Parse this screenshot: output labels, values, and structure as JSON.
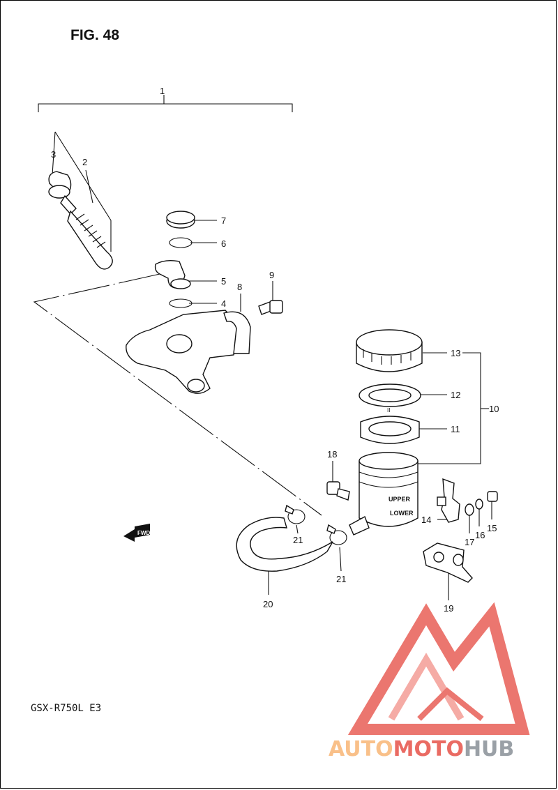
{
  "figure": {
    "title": "FIG. 48",
    "model": "GSX-R750L  E3"
  },
  "callouts": {
    "c1": "1",
    "c2": "2",
    "c3": "3",
    "c4": "4",
    "c5": "5",
    "c6": "6",
    "c7": "7",
    "c8": "8",
    "c9": "9",
    "c10": "10",
    "c11": "11",
    "c12": "12",
    "c13": "13",
    "c14": "14",
    "c15": "15",
    "c16": "16",
    "c17": "17",
    "c18": "18",
    "c19": "19",
    "c20": "20",
    "c21a": "21",
    "c21b": "21"
  },
  "reservoir": {
    "upper_label": "UPPER",
    "lower_label": "LOWER",
    "cap_marker": "II"
  },
  "fwd_arrow": {
    "label": "FWD"
  },
  "watermark": {
    "part1": "AUTO",
    "part2": "MOTO",
    "part3": "HUB",
    "colors": {
      "light": "#f9c089",
      "red": "#ea6b63",
      "gray": "#9aa0a6"
    }
  }
}
